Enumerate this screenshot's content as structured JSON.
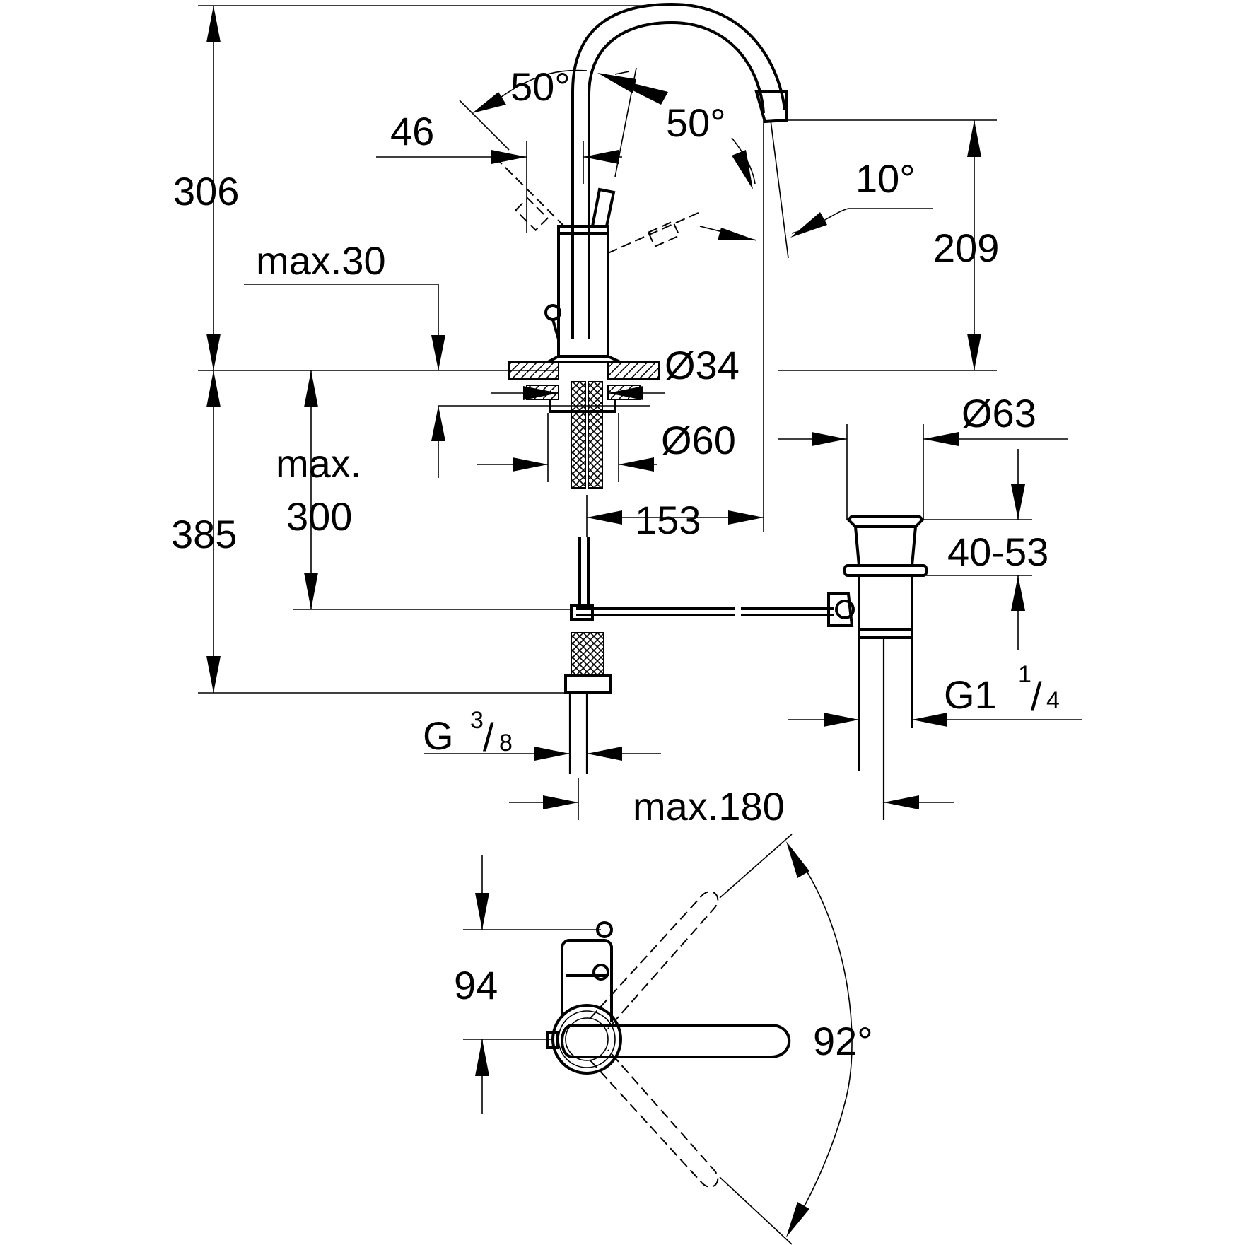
{
  "dimensions": {
    "height_total": "306",
    "angle_left_top": "50°",
    "angle_right_top": "50°",
    "width_46": "46",
    "max30": "max.30",
    "angle_10": "10°",
    "height_209": "209",
    "dia34": "Ø34",
    "dia60": "Ø60",
    "dia63": "Ø63",
    "max_label": "max.",
    "max_value": "300",
    "height_385": "385",
    "reach_153": "153",
    "range_40_53": "40-53",
    "thread_g38_base": "G",
    "thread_g38_num": "3",
    "thread_g38_den": "8",
    "thread_g114_base": "G1",
    "thread_g114_num": "1",
    "thread_g114_den": "4",
    "max180": "max.180",
    "depth_94": "94",
    "angle_92": "92°"
  },
  "colors": {
    "line": "#000000",
    "background": "#ffffff"
  }
}
